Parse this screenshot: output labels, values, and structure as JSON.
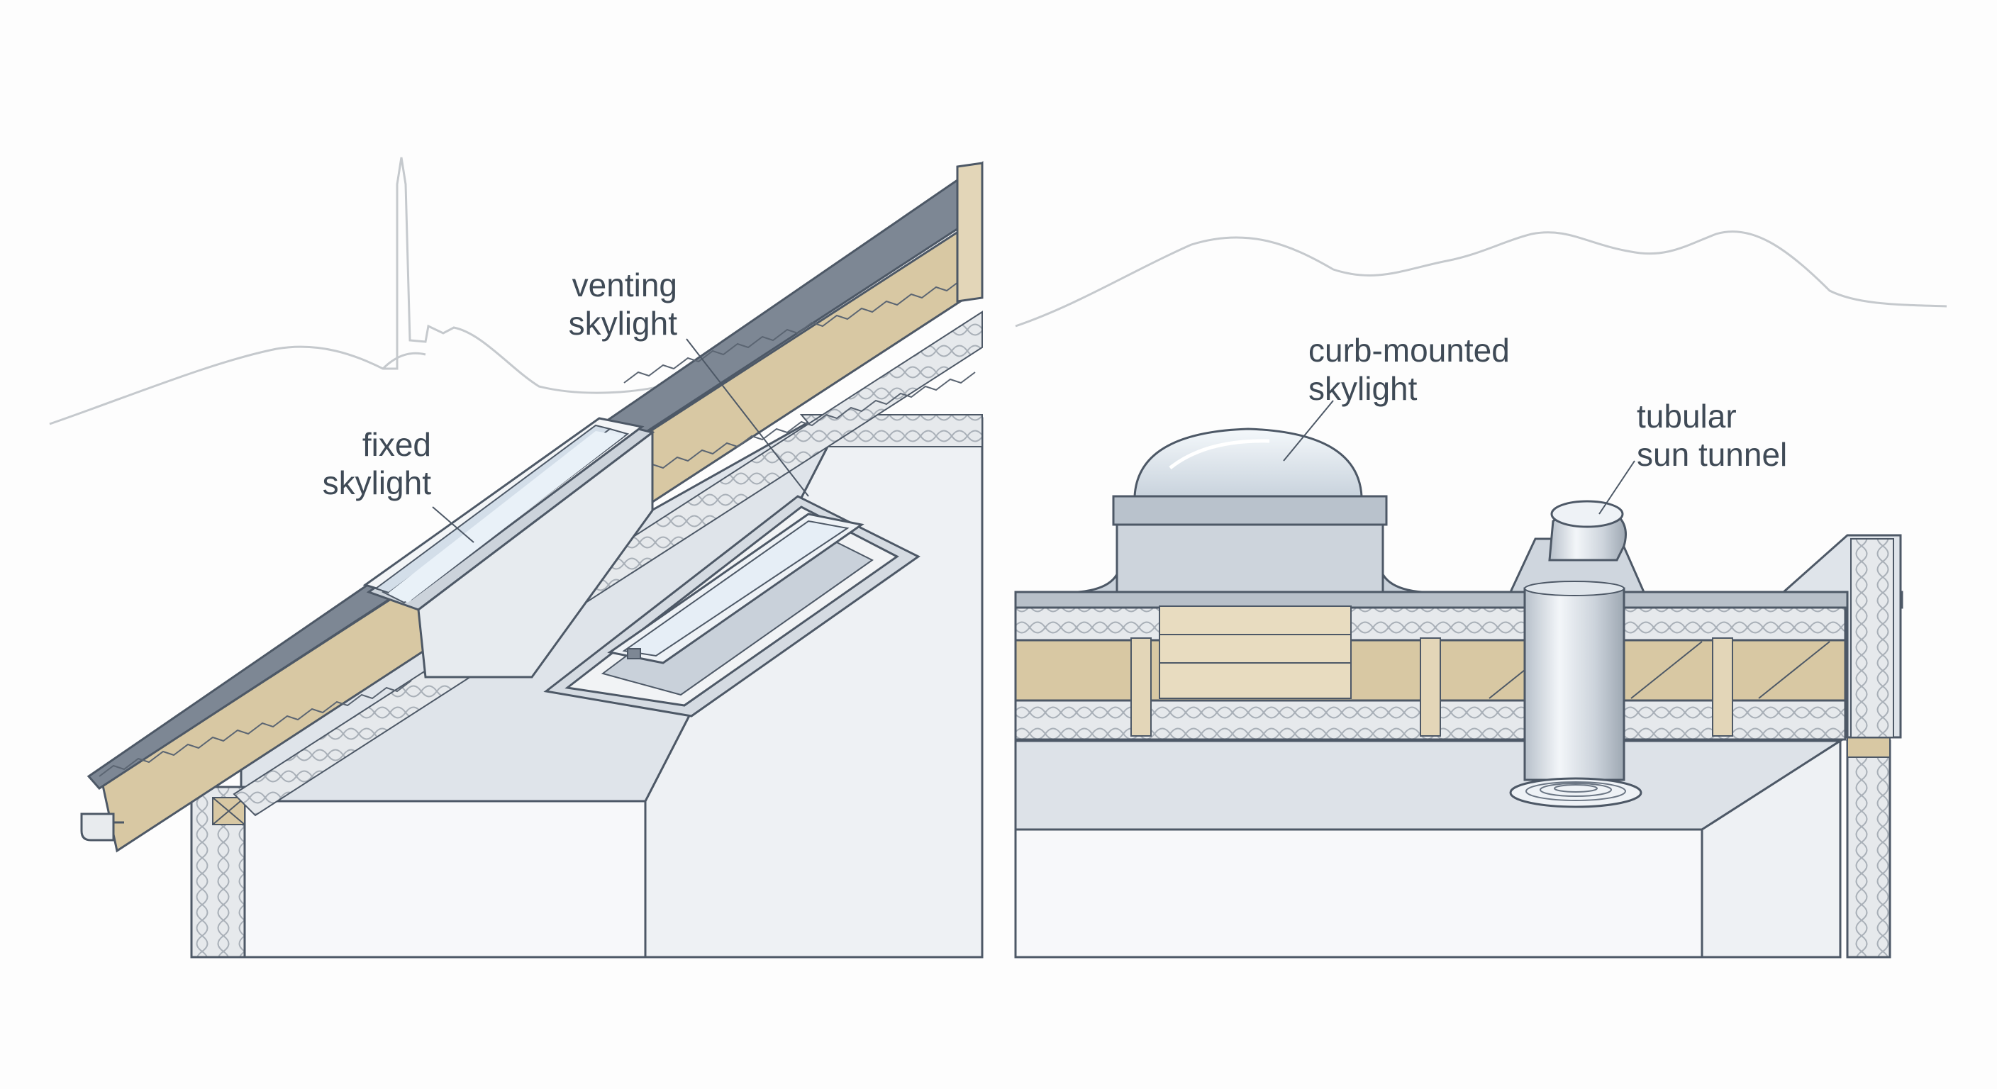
{
  "labels": {
    "fixed_line1": "fixed",
    "fixed_line2": "skylight",
    "venting_line1": "venting",
    "venting_line2": "skylight",
    "curb_line1": "curb-mounted",
    "curb_line2": "skylight",
    "tubular_line1": "tubular",
    "tubular_line2": "sun tunnel"
  },
  "colors": {
    "background": "#fdfdfd",
    "outline": "#4d5866",
    "wood": "#d8c8a3",
    "insulation": "#e4e7ea",
    "wall": "#eceff2",
    "ceiling": "#dfe4ea",
    "glass": "#e6eef6",
    "metal": "#c9d1da",
    "skyline": "#c5c9cd"
  }
}
